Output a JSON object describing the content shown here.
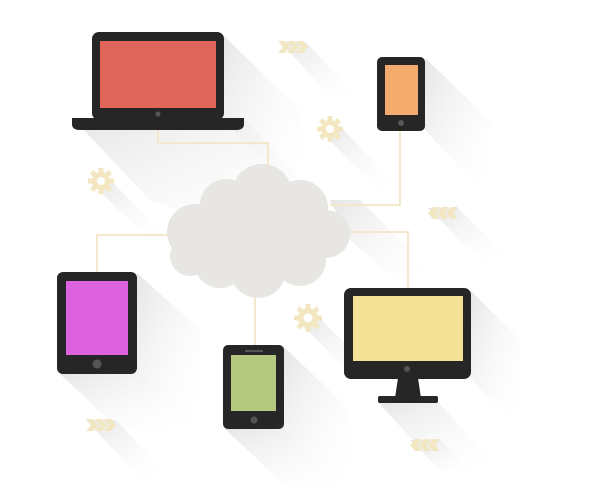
{
  "illustration": {
    "subject": "cloud-network-devices",
    "devices": [
      {
        "kind": "laptop",
        "screen_color": "#e0655a"
      },
      {
        "kind": "phone",
        "screen_color": "#f5aa6e"
      },
      {
        "kind": "tablet",
        "screen_color": "#dc62e0"
      },
      {
        "kind": "phone",
        "screen_color": "#b4c880"
      },
      {
        "kind": "monitor",
        "screen_color": "#f4e196"
      }
    ],
    "colors": {
      "device_body": "#262626",
      "cloud": "#e8e6e3",
      "connector": "#f3e8cc",
      "shadow": "#ececec",
      "decor": "#f3e7c2"
    },
    "decor_icons": [
      "gear-icon",
      "gear-icon",
      "gear-icon",
      "chevron-arrows-icon",
      "chevron-arrows-icon",
      "chevron-arrows-icon",
      "chevron-arrows-icon"
    ]
  }
}
